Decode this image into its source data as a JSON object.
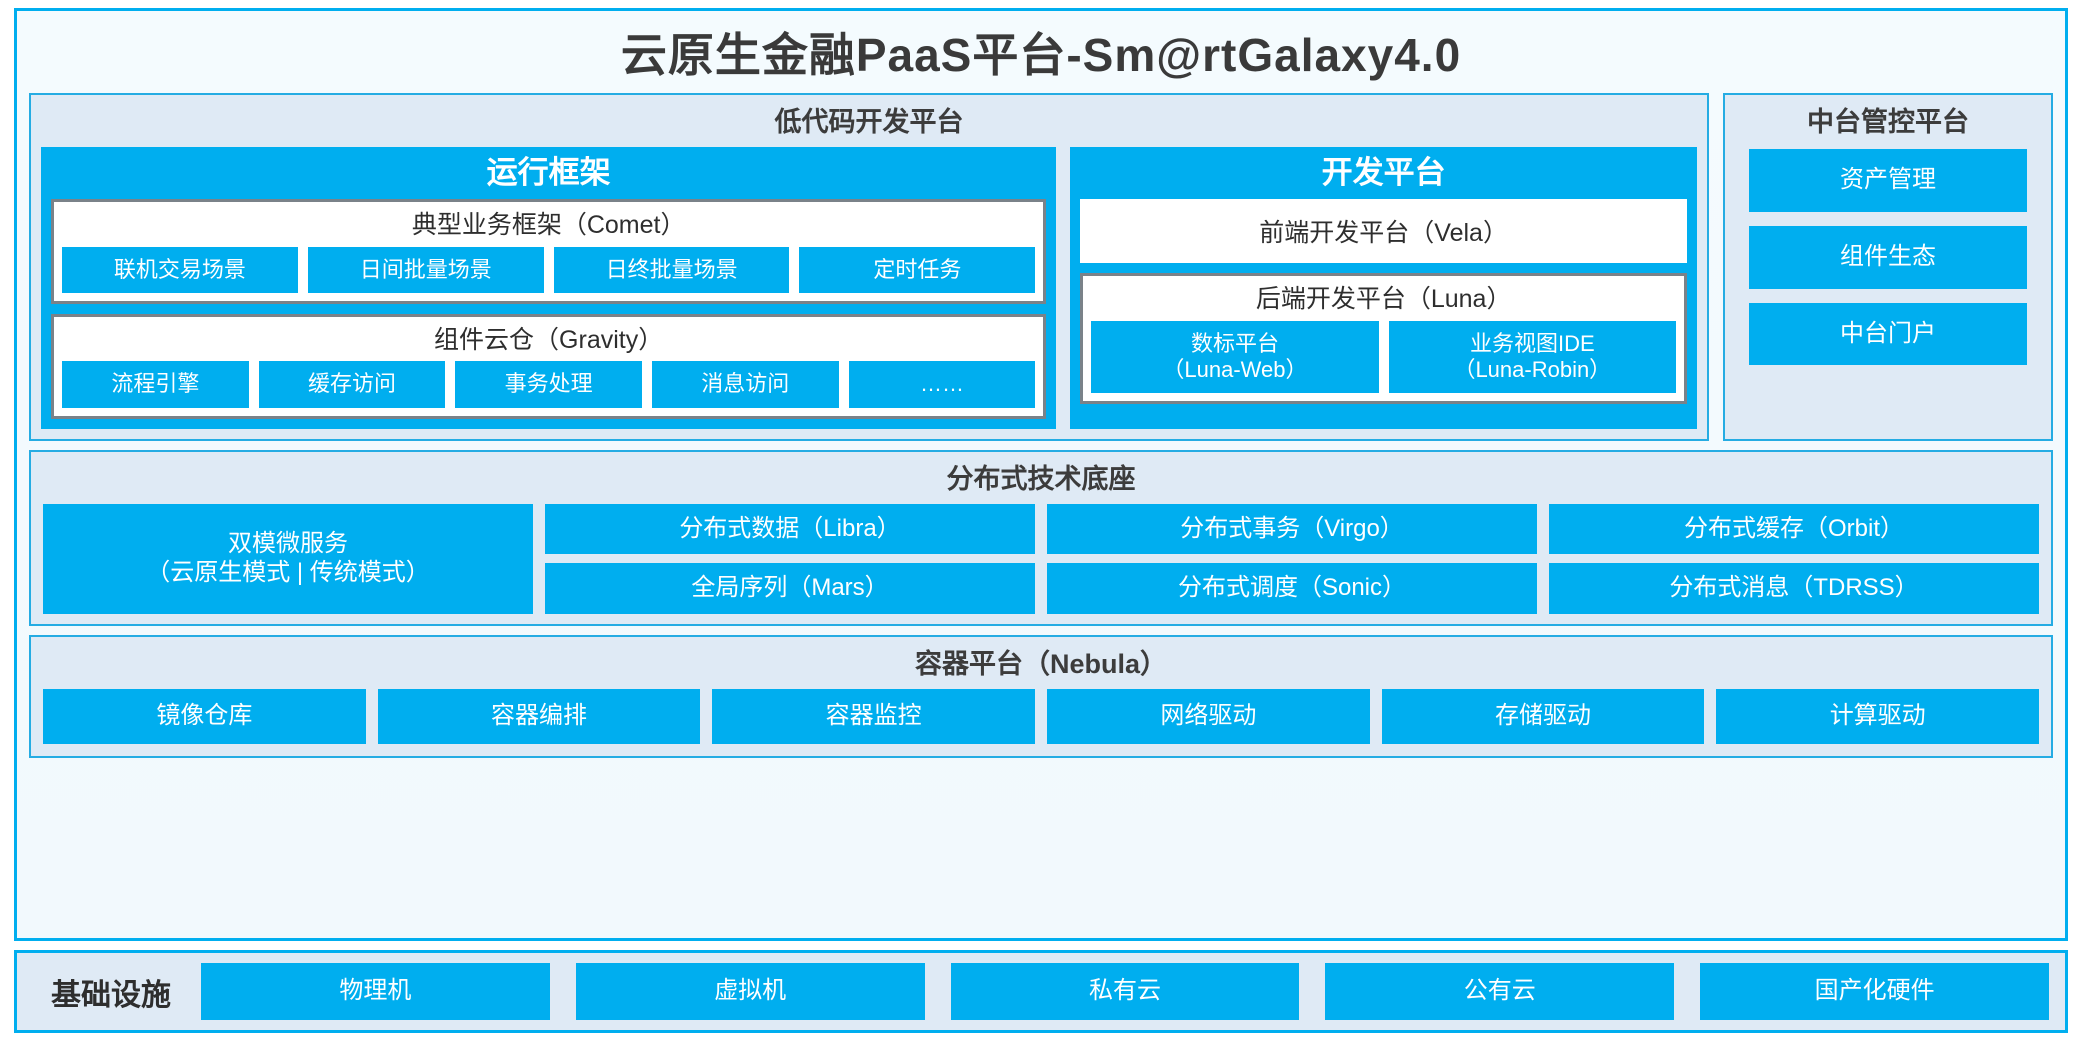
{
  "title": "云原生金融PaaS平台-Sm@rtGalaxy4.0",
  "colors": {
    "accent": "#00AEEF",
    "panel_bg": "#dfeaf5",
    "group_border": "#7a8289",
    "text_dark": "#3a3a3a"
  },
  "lowcode": {
    "title": "低代码开发平台",
    "runtime_framework": {
      "title": "运行框架",
      "comet": {
        "title": "典型业务框架（Comet）",
        "items": [
          "联机交易场景",
          "日间批量场景",
          "日终批量场景",
          "定时任务"
        ]
      },
      "gravity": {
        "title": "组件云仓（Gravity）",
        "items": [
          "流程引擎",
          "缓存访问",
          "事务处理",
          "消息访问",
          "……"
        ]
      }
    },
    "dev_platform": {
      "title": "开发平台",
      "frontend": "前端开发平台（Vela）",
      "backend": {
        "title": "后端开发平台（Luna）",
        "items": [
          "数标平台\n（Luna-Web）",
          "业务视图IDE\n（Luna-Robin）"
        ]
      }
    }
  },
  "midplatform": {
    "title": "中台管控平台",
    "items": [
      "资产管理",
      "组件生态",
      "中台门户"
    ]
  },
  "distributed": {
    "title": "分布式技术底座",
    "microservice": "双模微服务\n（云原生模式 | 传统模式）",
    "columns": [
      [
        "分布式数据（Libra）",
        "全局序列（Mars）"
      ],
      [
        "分布式事务（Virgo）",
        "分布式调度（Sonic）"
      ],
      [
        "分布式缓存（Orbit）",
        "分布式消息（TDRSS）"
      ]
    ]
  },
  "container": {
    "title": "容器平台（Nebula）",
    "items": [
      "镜像仓库",
      "容器编排",
      "容器监控",
      "网络驱动",
      "存储驱动",
      "计算驱动"
    ]
  },
  "infrastructure": {
    "label": "基础设施",
    "items": [
      "物理机",
      "虚拟机",
      "私有云",
      "公有云",
      "国产化硬件"
    ]
  }
}
